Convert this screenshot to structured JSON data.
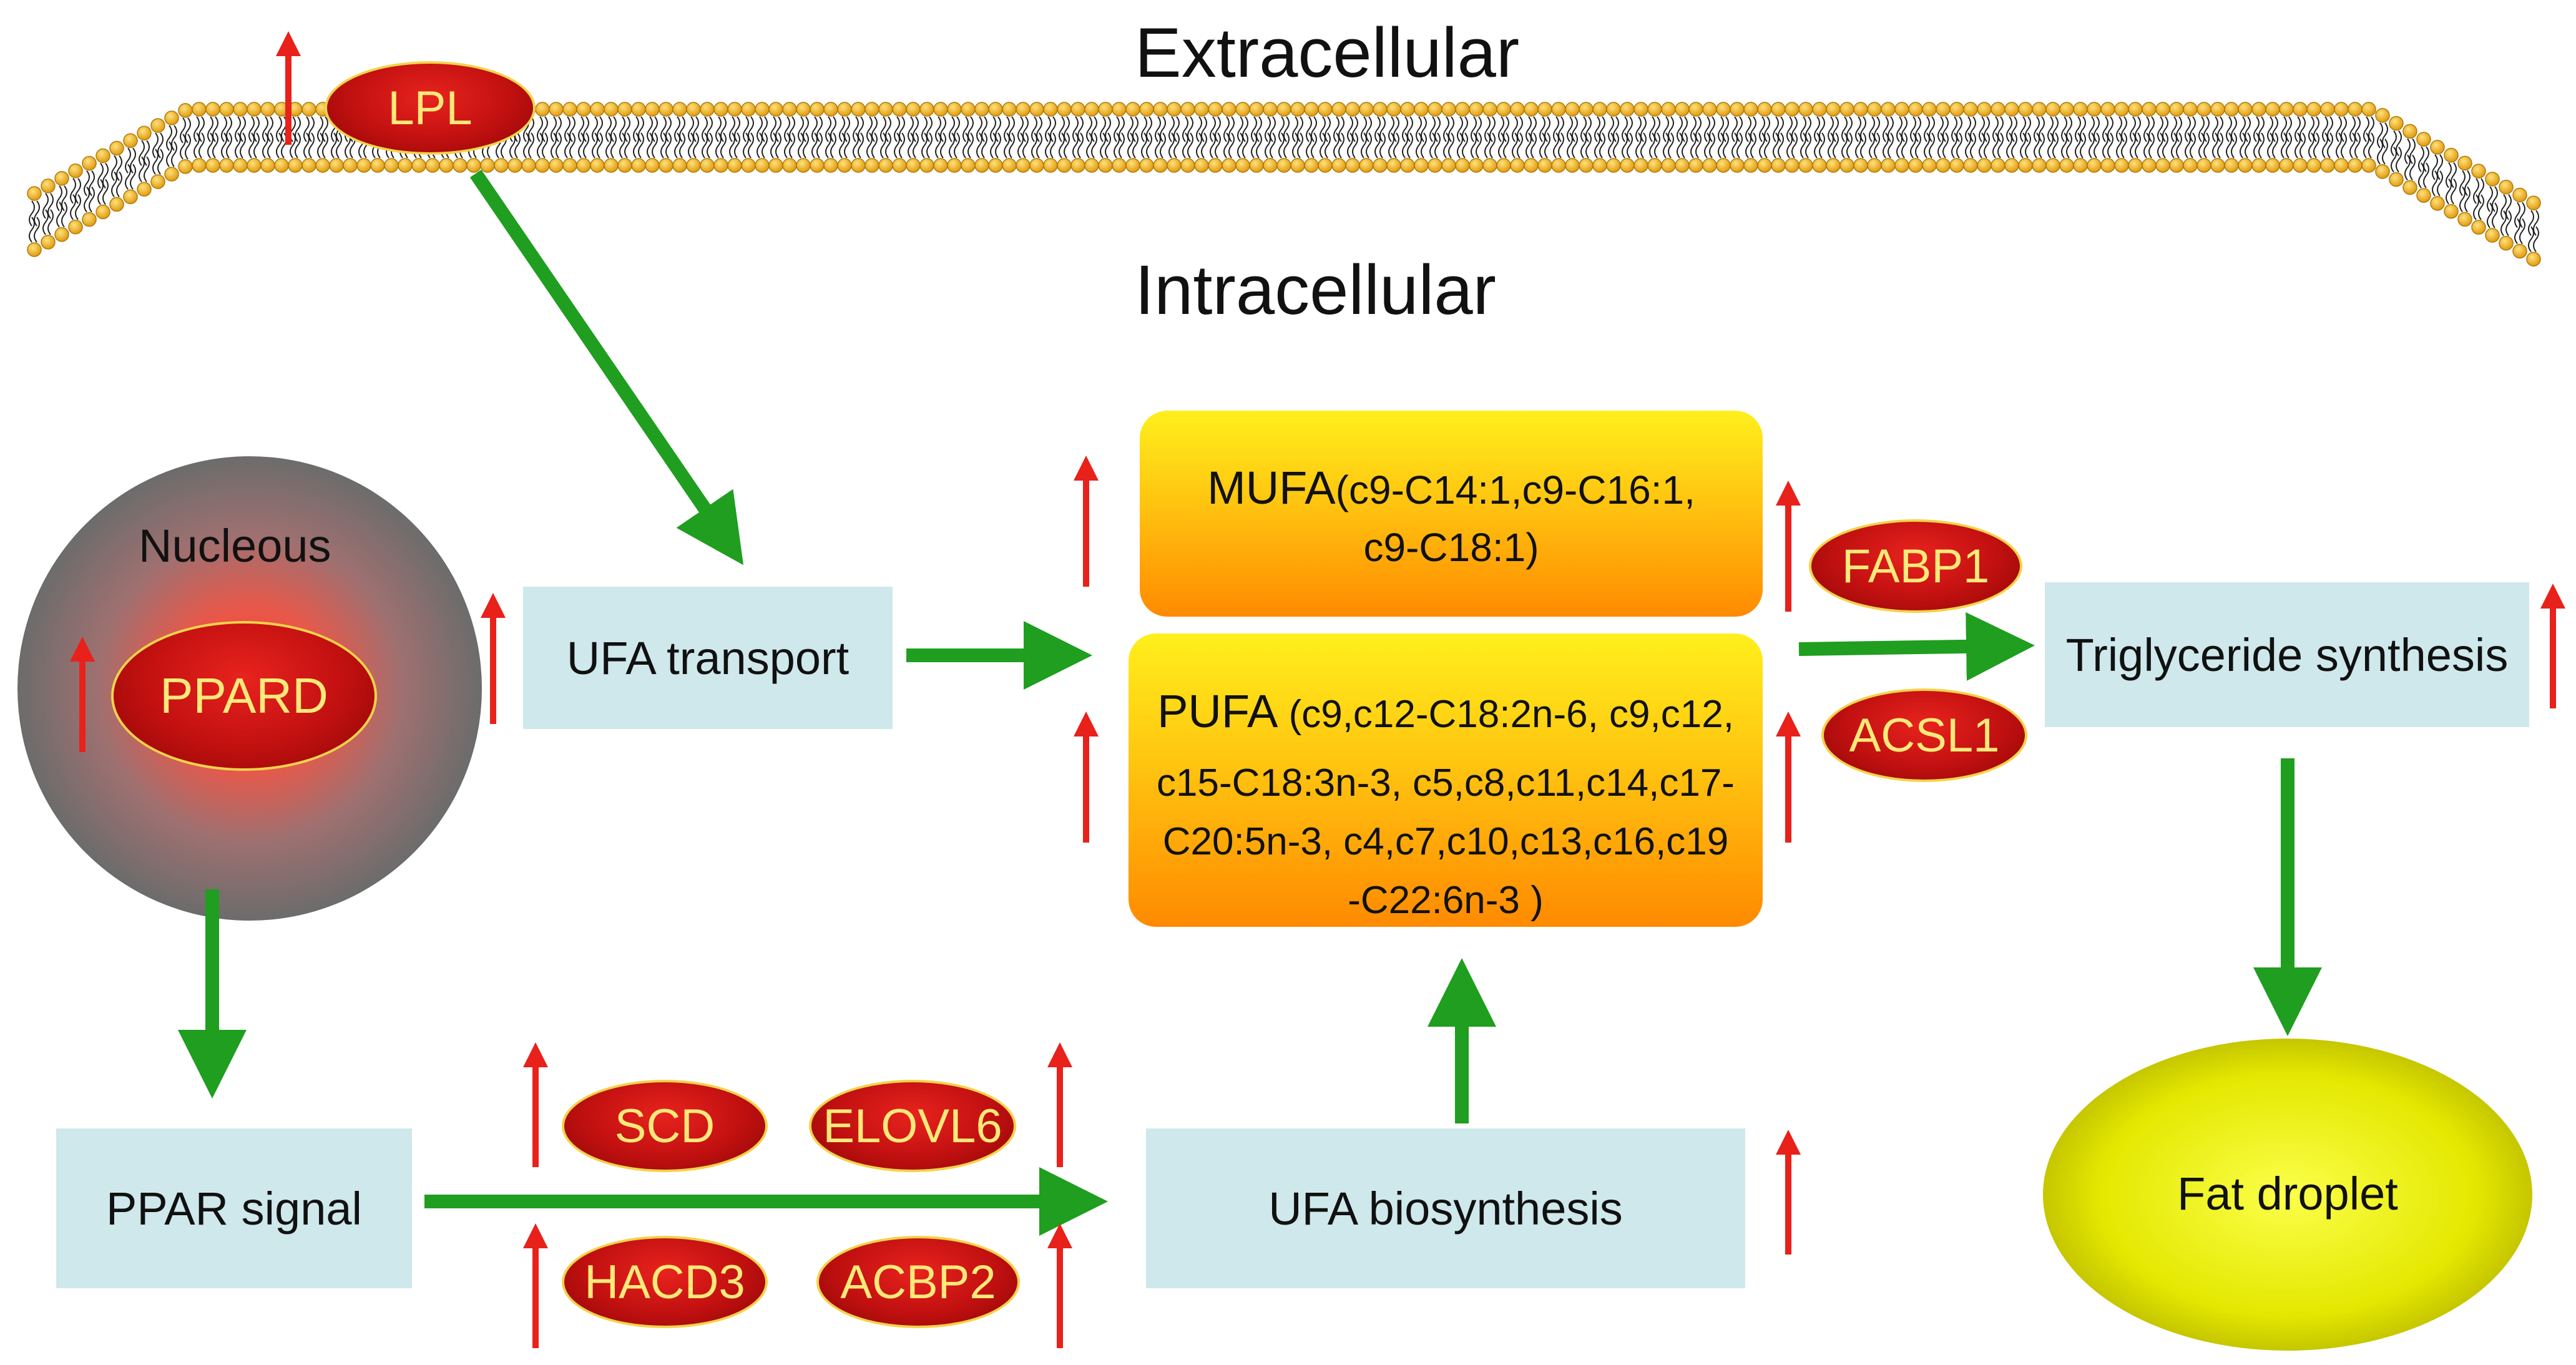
{
  "regions": {
    "extracellular": "Extracellular",
    "intracellular": "Intracellular"
  },
  "nucleus": {
    "label": "Nucleous",
    "gene": "PPARD"
  },
  "genes": {
    "lpl": "LPL",
    "fabp1": "FABP1",
    "acsl1": "ACSL1",
    "scd": "SCD",
    "elovl6": "ELOVL6",
    "hacd3": "HACD3",
    "acbp2": "ACBP2"
  },
  "boxes": {
    "ufa_transport": "UFA transport",
    "ppar_signal": "PPAR signal",
    "ufa_biosynthesis": "UFA biosynthesis",
    "triglyceride_synthesis": "Triglyceride synthesis",
    "fat_droplet": "Fat droplet"
  },
  "mufa": {
    "title": "MUFA",
    "line1": "(c9-C14:1,c9-C16:1,",
    "line2": "c9-C18:1)"
  },
  "pufa": {
    "title": "PUFA",
    "line1": " (c9,c12-C18:2n-6, c9,c12,",
    "line2": "c15-C18:3n-3, c5,c8,c11,c14,c17-",
    "line3": "C20:5n-3, c4,c7,c10,c13,c16,c19",
    "line4": "-C22:6n-3 )"
  },
  "colors": {
    "up_arrow": "#e8211b",
    "flow_arrow": "#1f9e1f",
    "box_fill": "#cfe8eb",
    "gene_fill": "#c11010",
    "gene_text": "#ffe97a",
    "fat_droplet": "#e6e600",
    "membrane_head": "#f0b020"
  }
}
